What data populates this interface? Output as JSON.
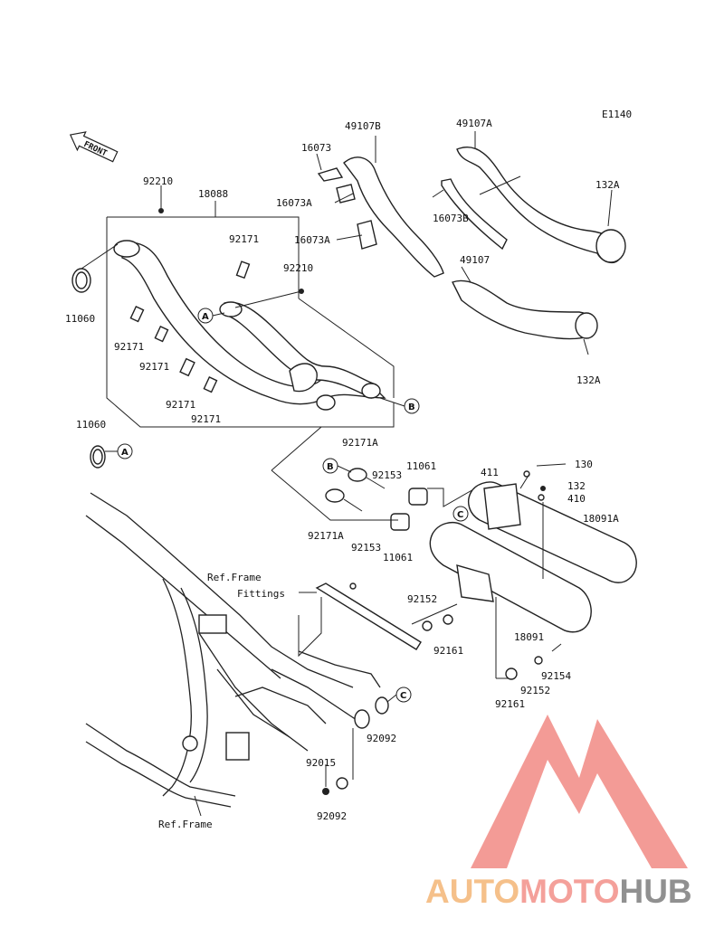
{
  "diagram": {
    "code": "E1140",
    "front_label": "FRONT",
    "parts": {
      "p92210_top": "92210",
      "p18088": "18088",
      "p92171_a": "92171",
      "p92210_mid": "92210",
      "p11060_top": "11060",
      "p92171_b": "92171",
      "p92171_c": "92171",
      "p92171_d": "92171",
      "p92171_e": "92171",
      "p11060_bot": "11060",
      "p16073": "16073",
      "p49107B": "49107B",
      "p16073A_1": "16073A",
      "p16073A_2": "16073A",
      "p49107A": "49107A",
      "p16073B": "16073B",
      "p132A_top": "132A",
      "p49107": "49107",
      "p132A_bot": "132A",
      "p92171A_top": "92171A",
      "p92153_top": "92153",
      "p11061_top": "11061",
      "p411": "411",
      "p130": "130",
      "p132": "132",
      "p410": "410",
      "p18091A": "18091A",
      "p92171A_bot": "92171A",
      "p92153_bot": "92153",
      "p11061_bot": "11061",
      "p92152_top": "92152",
      "p92161_top": "92161",
      "p18091": "18091",
      "p92154": "92154",
      "p92152_bot": "92152",
      "p92161_bot": "92161",
      "p92092_top": "92092",
      "p92015": "92015",
      "p92092_bot": "92092"
    },
    "refs": {
      "ref_frame_fittings_1": "Ref.Frame",
      "ref_frame_fittings_2": "Fittings",
      "ref_frame_bottom": "Ref.Frame"
    },
    "connectors": {
      "a_left": "A",
      "a_lower": "A",
      "b_right": "B",
      "b_lower": "B",
      "c_muffler": "C",
      "c_lower": "C"
    }
  },
  "watermark": {
    "brand_part1": "AUTO",
    "brand_part2": "MOTO",
    "brand_part3": "HUB",
    "colors": {
      "auto": "#f5c08a",
      "moto": "#f4a09a",
      "hub": "#909090",
      "logo": "#f28a84"
    }
  }
}
